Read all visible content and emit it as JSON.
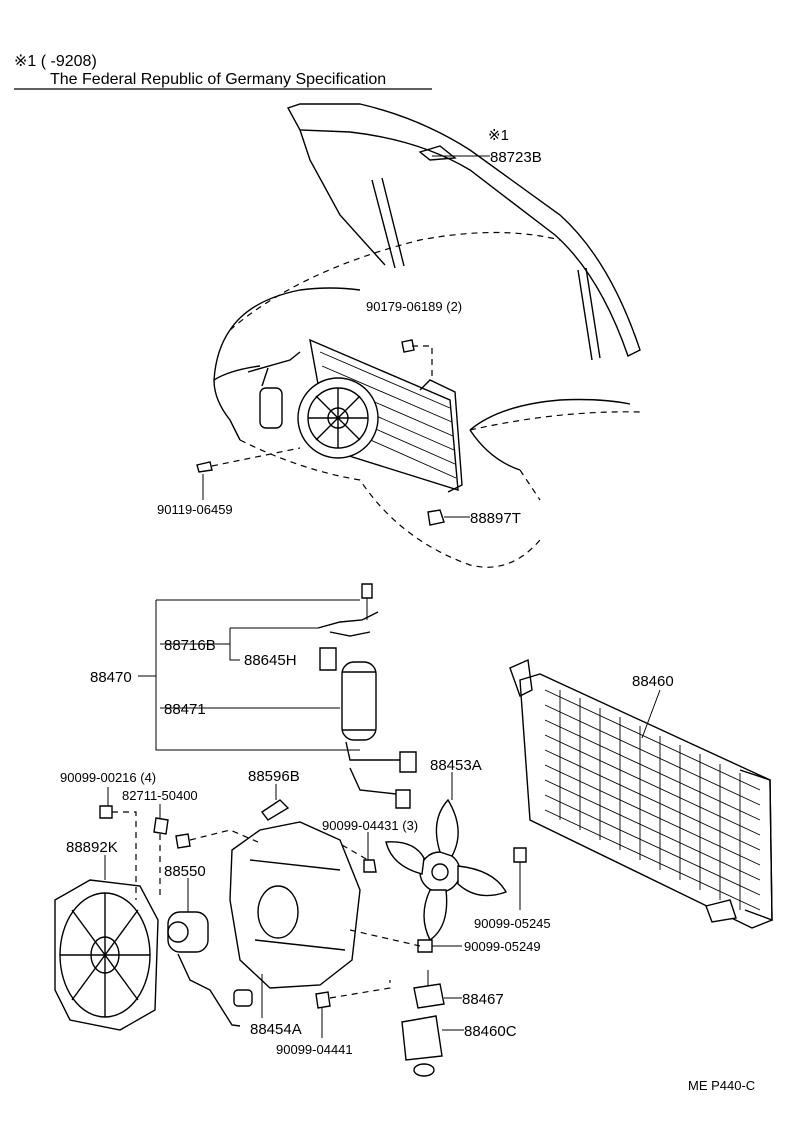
{
  "header": {
    "note_mark": "※1 (      -9208)",
    "spec": "The Federal Republic of Germany Specification"
  },
  "footer": {
    "code": "ME P440-C"
  },
  "labels": {
    "hood_mark": "※1",
    "p88723B": "88723B",
    "p90179_06189": "90179-06189 (2)",
    "p90119_06459": "90119-06459",
    "p88897T": "88897T",
    "p88716B": "88716B",
    "p88645H": "88645H",
    "p88470": "88470",
    "p88471": "88471",
    "p88460": "88460",
    "p90099_00216": "90099-00216 (4)",
    "p82711_50400": "82711-50400",
    "p88596B": "88596B",
    "p88453A": "88453A",
    "p90099_04431": "90099-04431 (3)",
    "p88892K": "88892K",
    "p88550": "88550",
    "p90099_05245": "90099-05245",
    "p90099_05249": "90099-05249",
    "p88467": "88467",
    "p88454A": "88454A",
    "p88460C": "88460C",
    "p90099_04441": "90099-04441"
  }
}
